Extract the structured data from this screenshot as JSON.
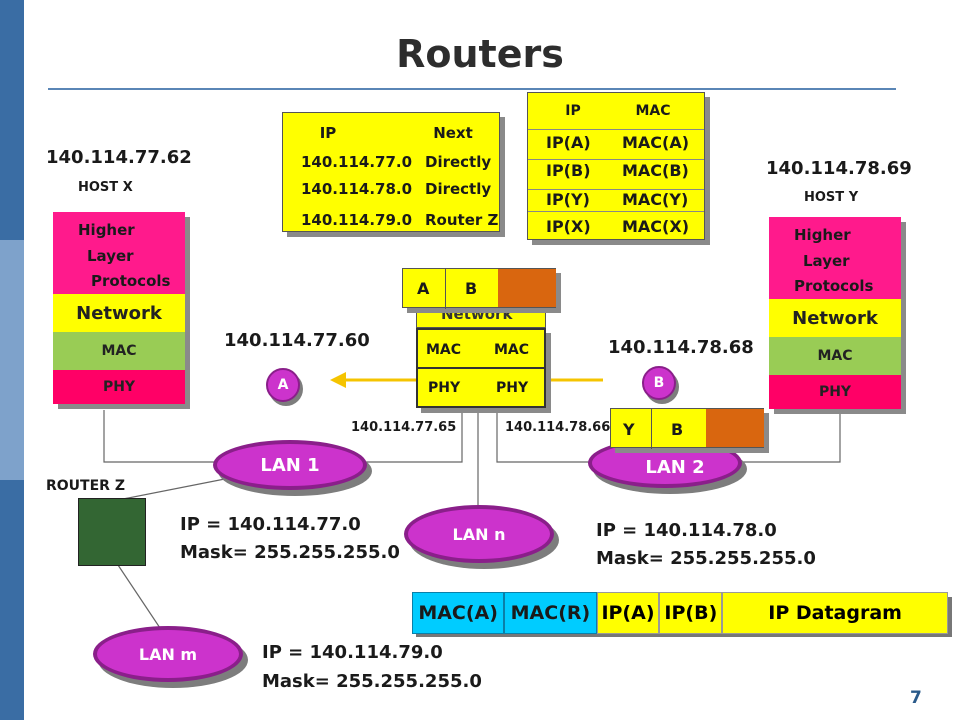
{
  "slide": {
    "title": "Routers",
    "page_number": "7"
  },
  "routing_table": {
    "header_ip": "IP",
    "header_next": "Next",
    "rows": [
      {
        "ip": "140.114.77.0",
        "next": "Directly"
      },
      {
        "ip": "140.114.78.0",
        "next": "Directly"
      },
      {
        "ip": "140.114.79.0",
        "next": "Router Z"
      }
    ]
  },
  "arp_table": {
    "header_ip": "IP",
    "header_mac": "MAC",
    "rows": [
      {
        "ip": "IP(A)",
        "mac": "MAC(A)"
      },
      {
        "ip": "IP(B)",
        "mac": "MAC(B)"
      },
      {
        "ip": "IP(Y)",
        "mac": "MAC(Y)"
      },
      {
        "ip": "IP(X)",
        "mac": "MAC(X)"
      }
    ]
  },
  "host_x": {
    "ip": "140.114.77.62",
    "name": "HOST X",
    "layers": {
      "higher_1": "Higher",
      "higher_2": "Layer",
      "higher_3": "Protocols",
      "network": "Network",
      "mac": "MAC",
      "phy": "PHY"
    }
  },
  "host_y": {
    "ip": "140.114.78.69",
    "name": "HOST Y",
    "layers": {
      "higher_1": "Higher",
      "higher_2": "Layer",
      "higher_3": "Protocols",
      "network": "Network",
      "mac": "MAC",
      "phy": "PHY"
    }
  },
  "router": {
    "network_label": "Network",
    "mac_left": "MAC",
    "mac_right": "MAC",
    "phy_left": "PHY",
    "phy_right": "PHY",
    "packet_a": "A",
    "packet_b": "B",
    "left_iface_ip": "140.114.77.65",
    "right_iface_ip": "140.114.78.66"
  },
  "node_a": {
    "label": "A",
    "ip": "140.114.77.60"
  },
  "node_b": {
    "label": "B",
    "ip": "140.114.78.68"
  },
  "packet_yb": {
    "y": "Y",
    "b": "B"
  },
  "lans": {
    "lan1": "LAN 1",
    "lan2": "LAN 2",
    "lann": "LAN n",
    "lanm": "LAN m"
  },
  "router_z": {
    "label": "ROUTER Z"
  },
  "subnets": {
    "lan1_ip": "IP = 140.114.77.0",
    "lan1_mask": "Mask= 255.255.255.0",
    "lan2_ip": "IP = 140.114.78.0",
    "lan2_mask": "Mask= 255.255.255.0",
    "lanm_ip": "IP = 140.114.79.0",
    "lanm_mask": "Mask= 255.255.255.0"
  },
  "frame": {
    "fields": [
      "MAC(A)",
      "MAC(R)",
      "IP(A)",
      "IP(B)"
    ],
    "payload": "IP Datagram"
  },
  "colors": {
    "sidebar": "#3a6da4",
    "higher_layer": "#ff1a8c",
    "network": "#ffff00",
    "mac": "#99cc55",
    "phy": "#ff0066",
    "lan": "#cc33cc",
    "frame": "#00ccff",
    "router_z": "#336633",
    "orange": "#d9660f"
  }
}
